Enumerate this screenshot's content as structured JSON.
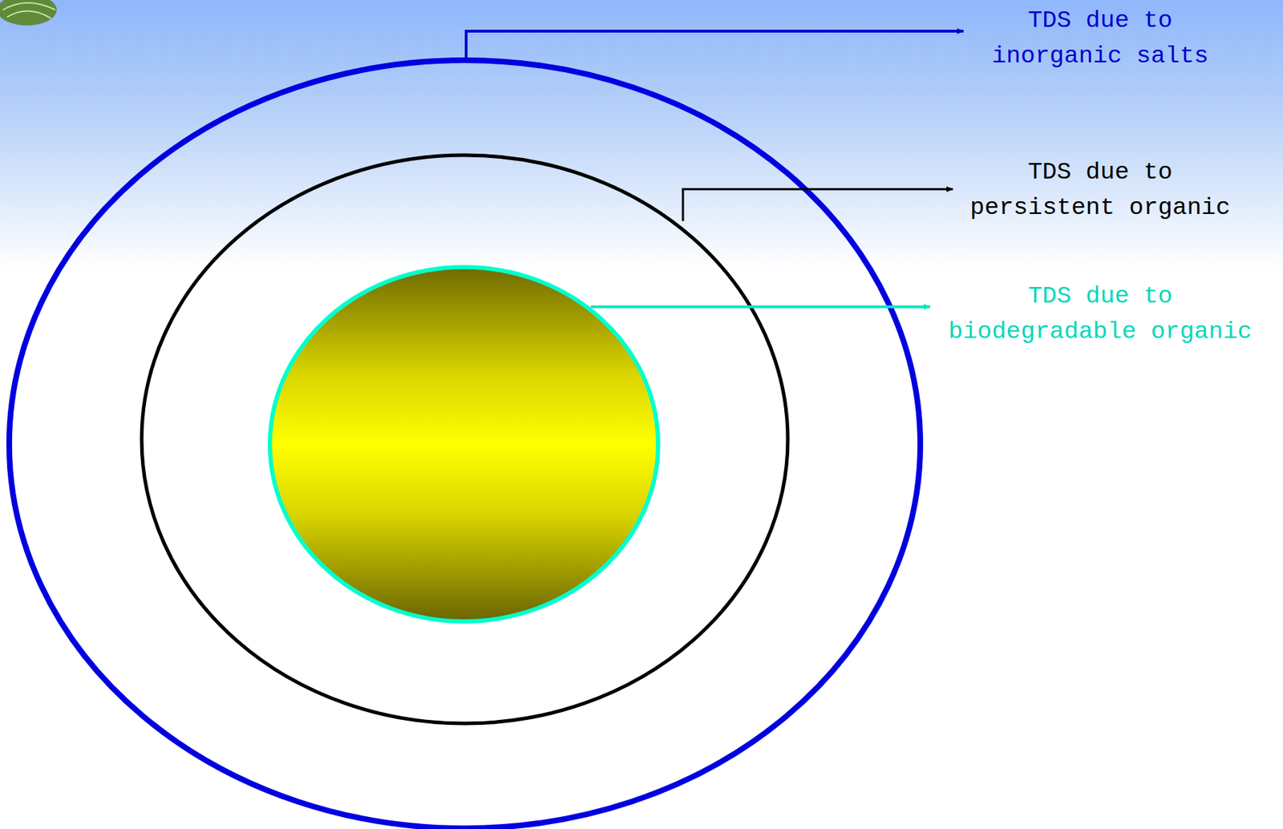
{
  "diagram": {
    "labels": [
      "TDS due to inorganic salts",
      "TDS due to persistent organic",
      "TDS due to biodegradable organic"
    ]
  }
}
